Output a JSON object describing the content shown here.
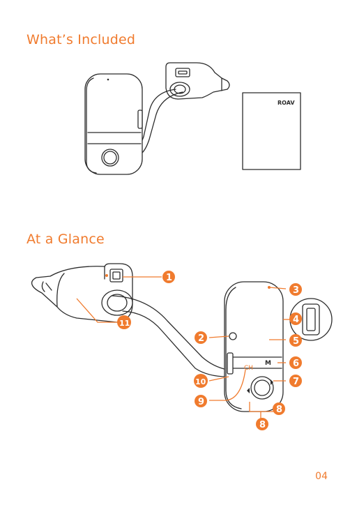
{
  "sections": {
    "included_title": "What’s Included",
    "glance_title": "At a Glance"
  },
  "manual": {
    "logo": "ROAV"
  },
  "device": {
    "ch_label": "CH",
    "m_label": "M"
  },
  "callouts": [
    "1",
    "2",
    "3",
    "4",
    "5",
    "6",
    "7",
    "8",
    "8",
    "9",
    "10",
    "11"
  ],
  "page_number": "04",
  "colors": {
    "accent": "#f07b2e",
    "line": "#2b2b2b"
  }
}
